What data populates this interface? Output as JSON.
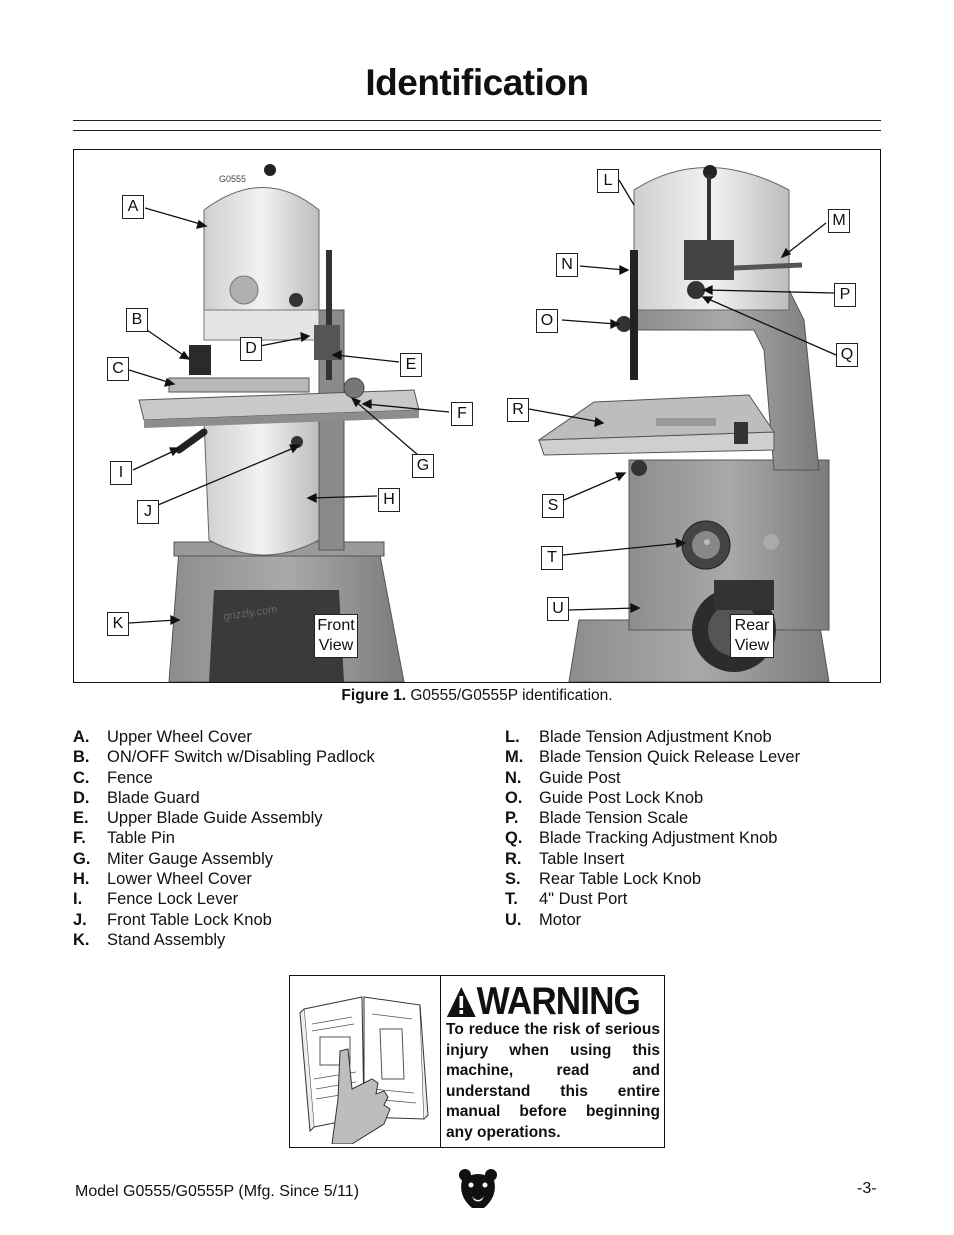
{
  "page": {
    "title": "Identification"
  },
  "figure": {
    "caption_bold": "Figure 1.",
    "caption_text": " G0555/G0555P identification.",
    "front_view_label": [
      "Front",
      "View"
    ],
    "rear_view_label": [
      "Rear",
      "View"
    ],
    "callouts": {
      "A": "A",
      "B": "B",
      "C": "C",
      "D": "D",
      "E": "E",
      "F": "F",
      "G": "G",
      "H": "H",
      "I": "I",
      "J": "J",
      "K": "K",
      "L": "L",
      "M": "M",
      "N": "N",
      "O": "O",
      "P": "P",
      "Q": "Q",
      "R": "R",
      "S": "S",
      "T": "T",
      "U": "U"
    },
    "saw_label": "G0555"
  },
  "parts_left": [
    {
      "key": "A.",
      "name": "Upper Wheel Cover"
    },
    {
      "key": "B.",
      "name": "ON/OFF Switch w/Disabling Padlock"
    },
    {
      "key": "C.",
      "name": "Fence"
    },
    {
      "key": "D.",
      "name": "Blade Guard"
    },
    {
      "key": "E.",
      "name": "Upper Blade Guide Assembly"
    },
    {
      "key": "F.",
      "name": "Table Pin"
    },
    {
      "key": "G.",
      "name": "Miter Gauge Assembly"
    },
    {
      "key": "H.",
      "name": "Lower Wheel Cover"
    },
    {
      "key": "I.",
      "name": "Fence Lock Lever"
    },
    {
      "key": "J.",
      "name": "Front Table Lock Knob"
    },
    {
      "key": "K.",
      "name": "Stand Assembly"
    }
  ],
  "parts_right": [
    {
      "key": "L.",
      "name": "Blade Tension Adjustment Knob"
    },
    {
      "key": "M.",
      "name": "Blade Tension Quick Release Lever"
    },
    {
      "key": "N.",
      "name": "Guide Post"
    },
    {
      "key": "O.",
      "name": "Guide Post Lock Knob"
    },
    {
      "key": "P.",
      "name": "Blade Tension Scale"
    },
    {
      "key": "Q.",
      "name": "Blade Tracking Adjustment Knob"
    },
    {
      "key": "R.",
      "name": "Table Insert"
    },
    {
      "key": "S.",
      "name": "Rear Table Lock Knob"
    },
    {
      "key": "T.",
      "name": "4\" Dust Port"
    },
    {
      "key": "U.",
      "name": "Motor"
    }
  ],
  "warning": {
    "heading": "WARNING",
    "text": "To reduce the risk of serious injury when using this machine, read and understand this entire manual before beginning any operations."
  },
  "footer": {
    "model": "Model G0555/G0555P (Mfg. Since 5/11)",
    "page_number": "-3-"
  },
  "icons": [
    "warning-triangle-icon",
    "bear-logo-icon",
    "manual-reading-icon"
  ]
}
